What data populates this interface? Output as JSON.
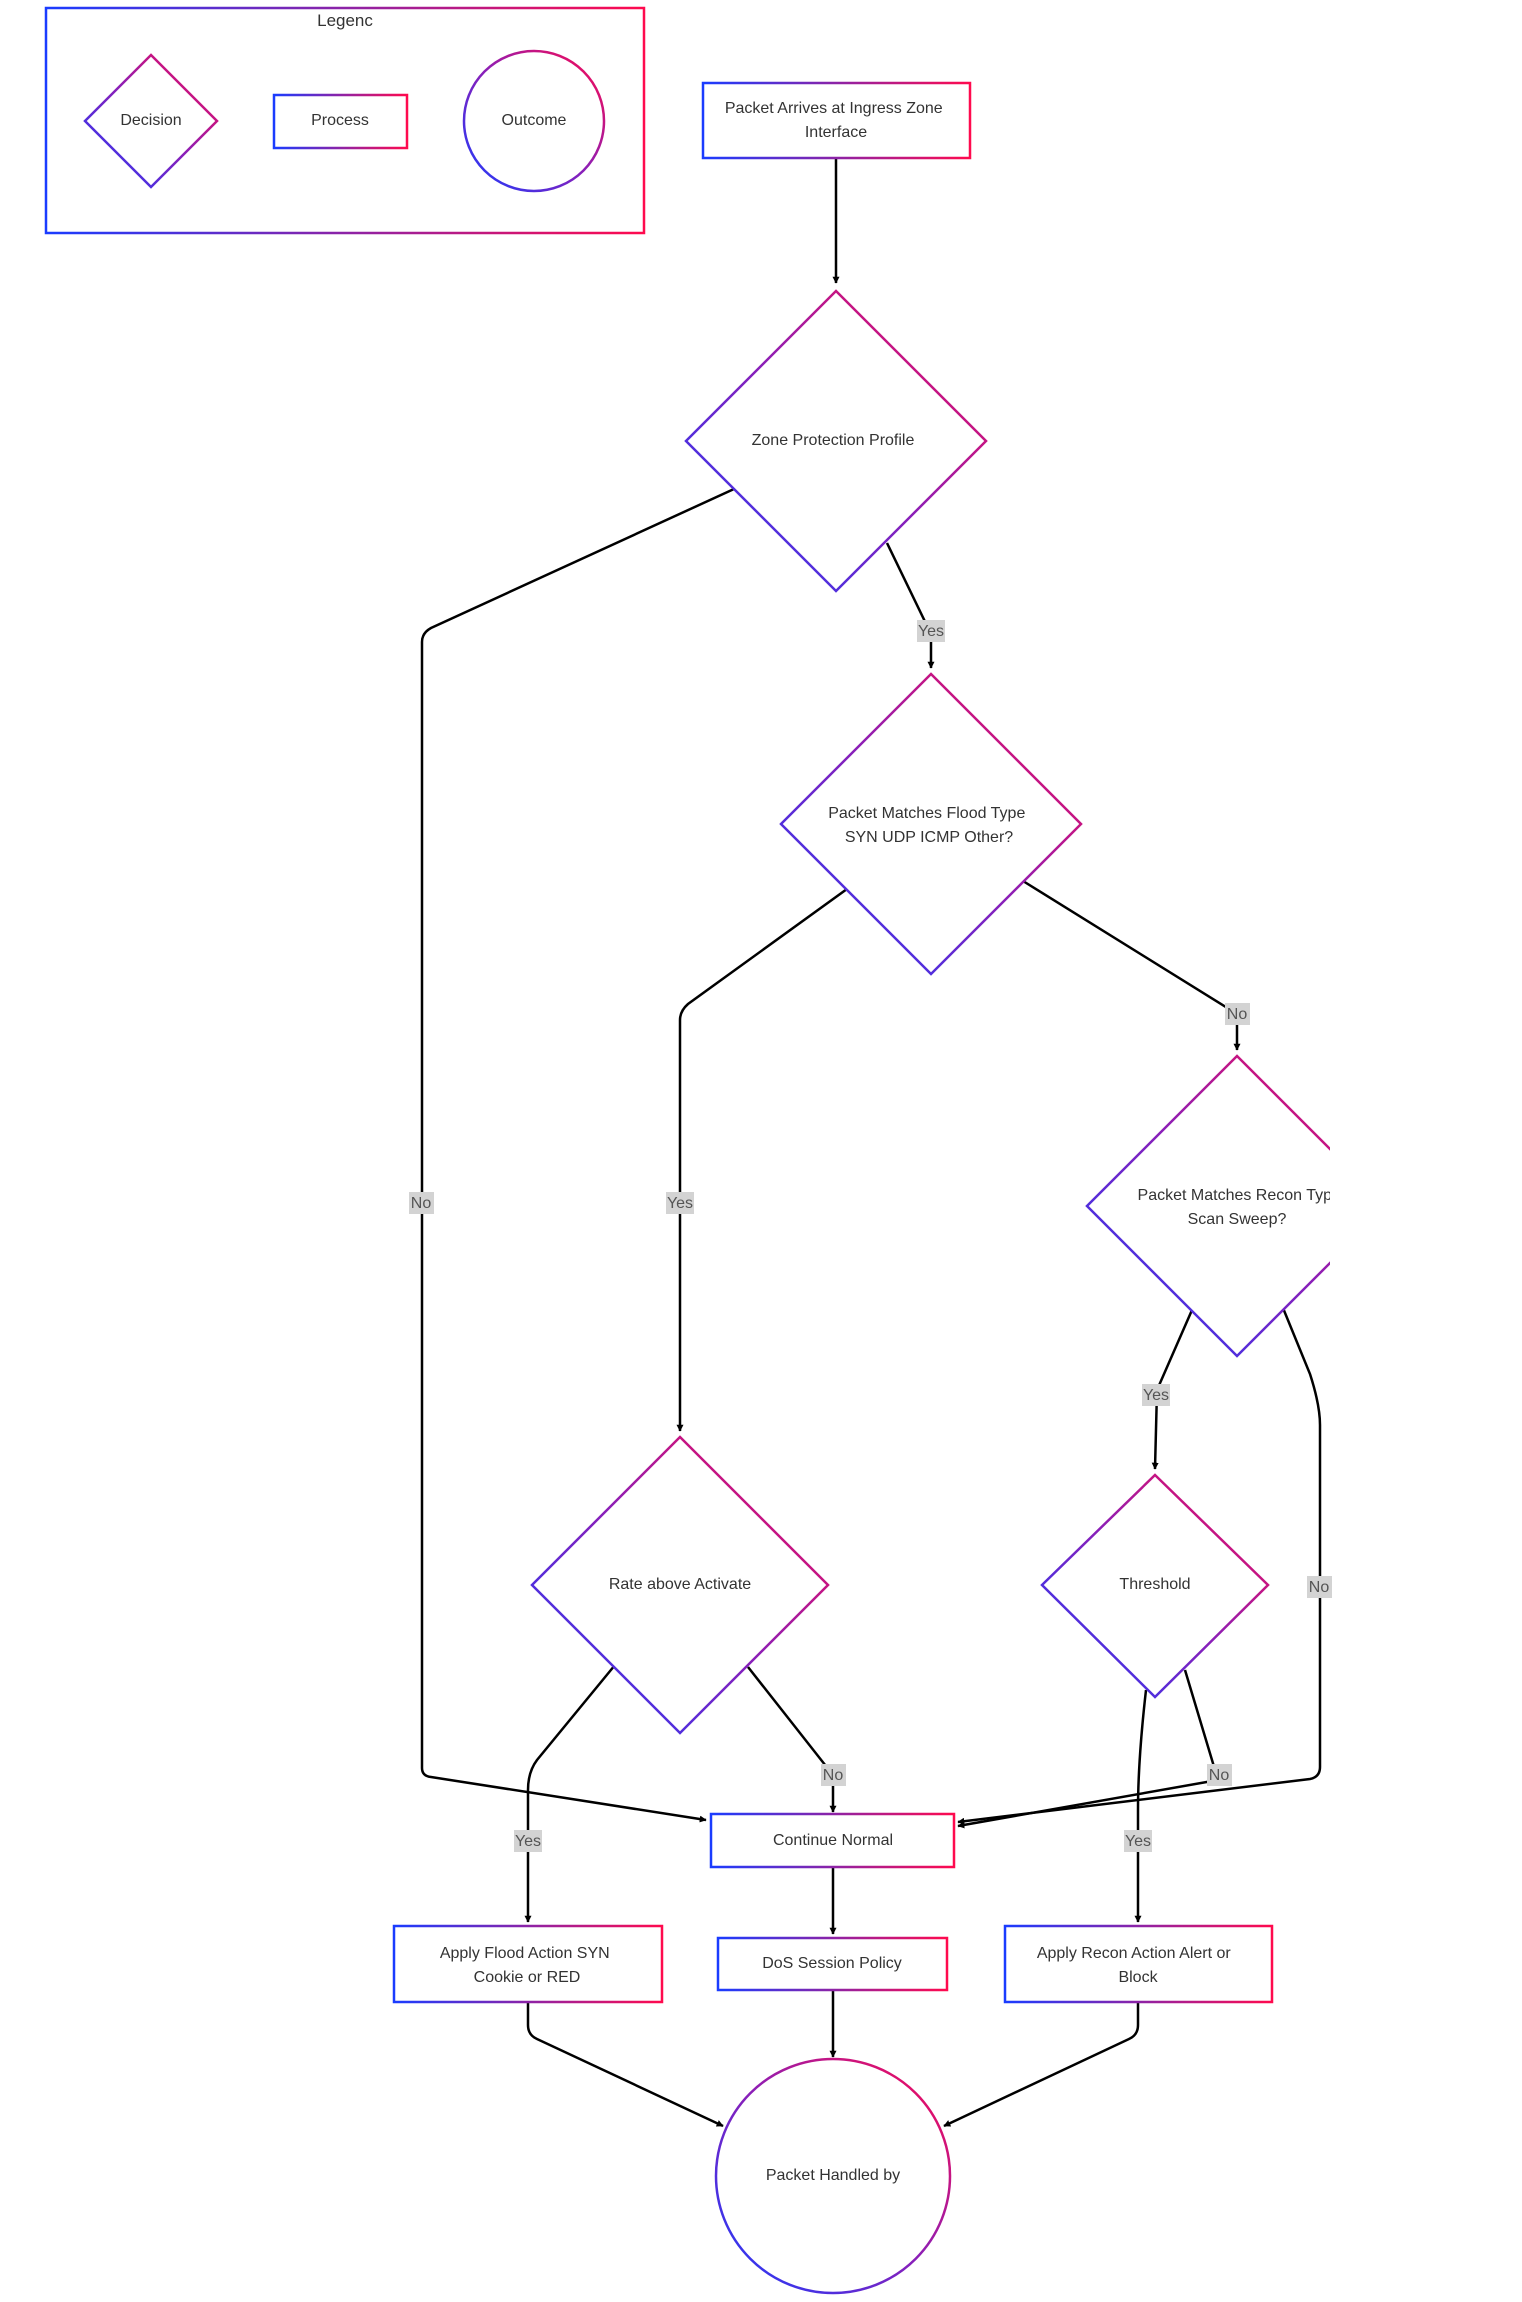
{
  "colors": {
    "gradient_start": "#1a3cff",
    "gradient_mid": "#8a1fb8",
    "gradient_end": "#ff0a4e",
    "edge": "#000000",
    "label_bg": "#d3d3d3",
    "text": "#333333"
  },
  "legend": {
    "title": "Legenc",
    "decision_label": "Decision",
    "process_label": "Process",
    "outcome_label": "Outcome"
  },
  "nodes": {
    "ingress": [
      "Packet Arrives at Ingress Zone",
      "Interface"
    ],
    "zone_profile": [
      "Zone Protection Profile"
    ],
    "flood_type": [
      "Packet Matches Flood Type",
      "SYN UDP ICMP Other?"
    ],
    "recon_type": [
      "Packet Matches Recon Typ",
      "Scan Sweep?"
    ],
    "rate_activate": [
      "Rate above Activate"
    ],
    "threshold": [
      "Threshold"
    ],
    "continue_normal": [
      "Continue Normal"
    ],
    "flood_action": [
      "Apply Flood Action SYN",
      "Cookie or RED"
    ],
    "dos_policy": [
      "DoS Session Policy"
    ],
    "recon_action": [
      "Apply Recon Action Alert or",
      "Block"
    ],
    "handled": [
      "Packet Handled by"
    ]
  },
  "edge_labels": {
    "zone_yes": "Yes",
    "zone_no": "No",
    "flood_yes": "Yes",
    "flood_no": "No",
    "recon_yes": "Yes",
    "recon_no": "No",
    "rate_yes": "Yes",
    "rate_no": "No",
    "threshold_yes": "Yes",
    "threshold_no": "No"
  }
}
